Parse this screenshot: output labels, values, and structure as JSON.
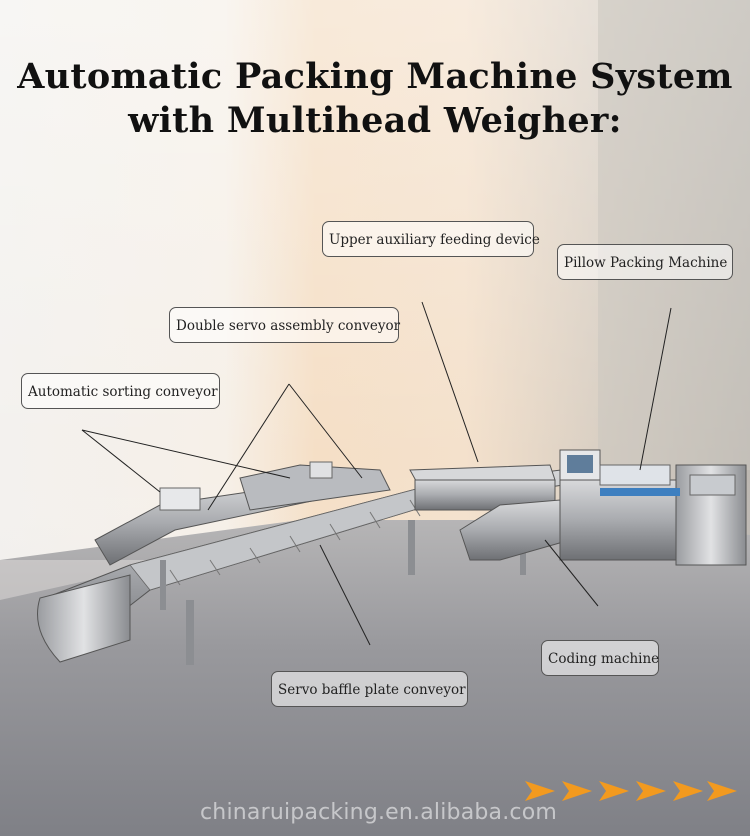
{
  "title": {
    "line1": "Automatic Packing Machine System",
    "line2": "with Multihead Weigher:"
  },
  "callouts": {
    "upper_feeding": "Upper auxiliary feeding device",
    "pillow_packing": "Pillow Packing Machine",
    "double_servo": "Double servo assembly conveyor",
    "auto_sorting": "Automatic sorting conveyor",
    "coding": "Coding machine",
    "servo_baffle": "Servo baffle plate conveyor"
  },
  "watermark": "chinaruipacking.en.alibaba.com",
  "colors": {
    "accent_arrows": "#f29a1f",
    "floor": "#8d8e93",
    "wall_warm": "#f3dcc4"
  }
}
